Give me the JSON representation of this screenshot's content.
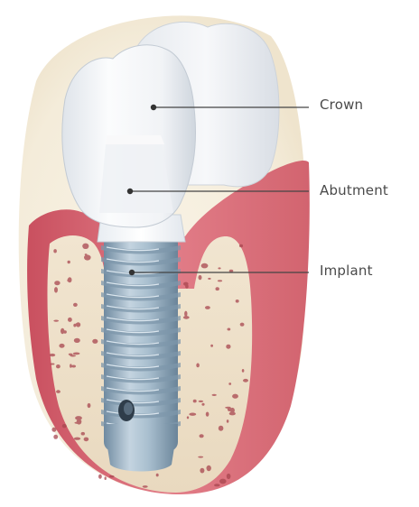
{
  "labels": {
    "crown": "Crown",
    "abutment": "Abutment",
    "implant": "Implant"
  },
  "colors": {
    "background_cream": "#f6efdf",
    "gum_pink": "#d96b78",
    "bone": "#efe3cf",
    "bone_spots": "#a8464f",
    "tooth_white": "#f4f6f8",
    "implant_steel": "#9fb6c8",
    "leader_line": "#444444"
  }
}
